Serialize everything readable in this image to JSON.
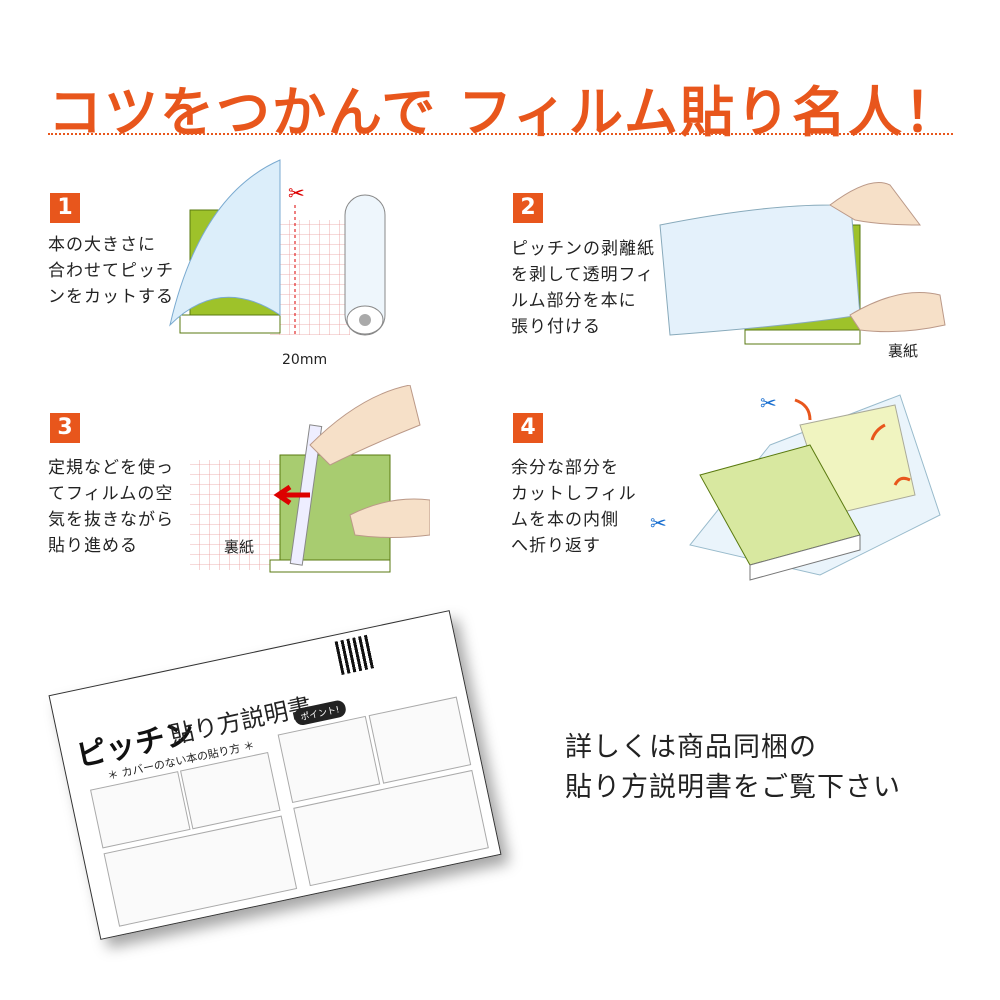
{
  "header": {
    "title": "コツをつかんで フィルム貼り名人！"
  },
  "accent_color": "#e8561c",
  "steps": [
    {
      "number": "1",
      "lines": [
        "本の大きさに",
        "合わせてピッチ",
        "ンをカットする"
      ],
      "labels": [
        "20mm"
      ]
    },
    {
      "number": "2",
      "lines": [
        "ピッチンの剥離紙",
        "を剥して透明フィ",
        "ルム部分を本に",
        "張り付ける"
      ],
      "labels": [
        "裏紙"
      ]
    },
    {
      "number": "3",
      "lines": [
        "定規などを使っ",
        "てフィルムの空",
        "気を抜きながら",
        "貼り進める"
      ],
      "labels": [
        "裏紙"
      ]
    },
    {
      "number": "4",
      "lines": [
        "余分な部分を",
        "カットしフィル",
        "ムを本の内側",
        "へ折り返す"
      ],
      "labels": []
    }
  ],
  "manual": {
    "logo": "ピッチン",
    "title": "貼り方説明書",
    "subtitle": "＊ カバーのない本の貼り方 ＊",
    "point": "ポイント!"
  },
  "detail": {
    "lines": [
      "詳しくは商品同梱の",
      "貼り方説明書をご覧下さい"
    ]
  }
}
